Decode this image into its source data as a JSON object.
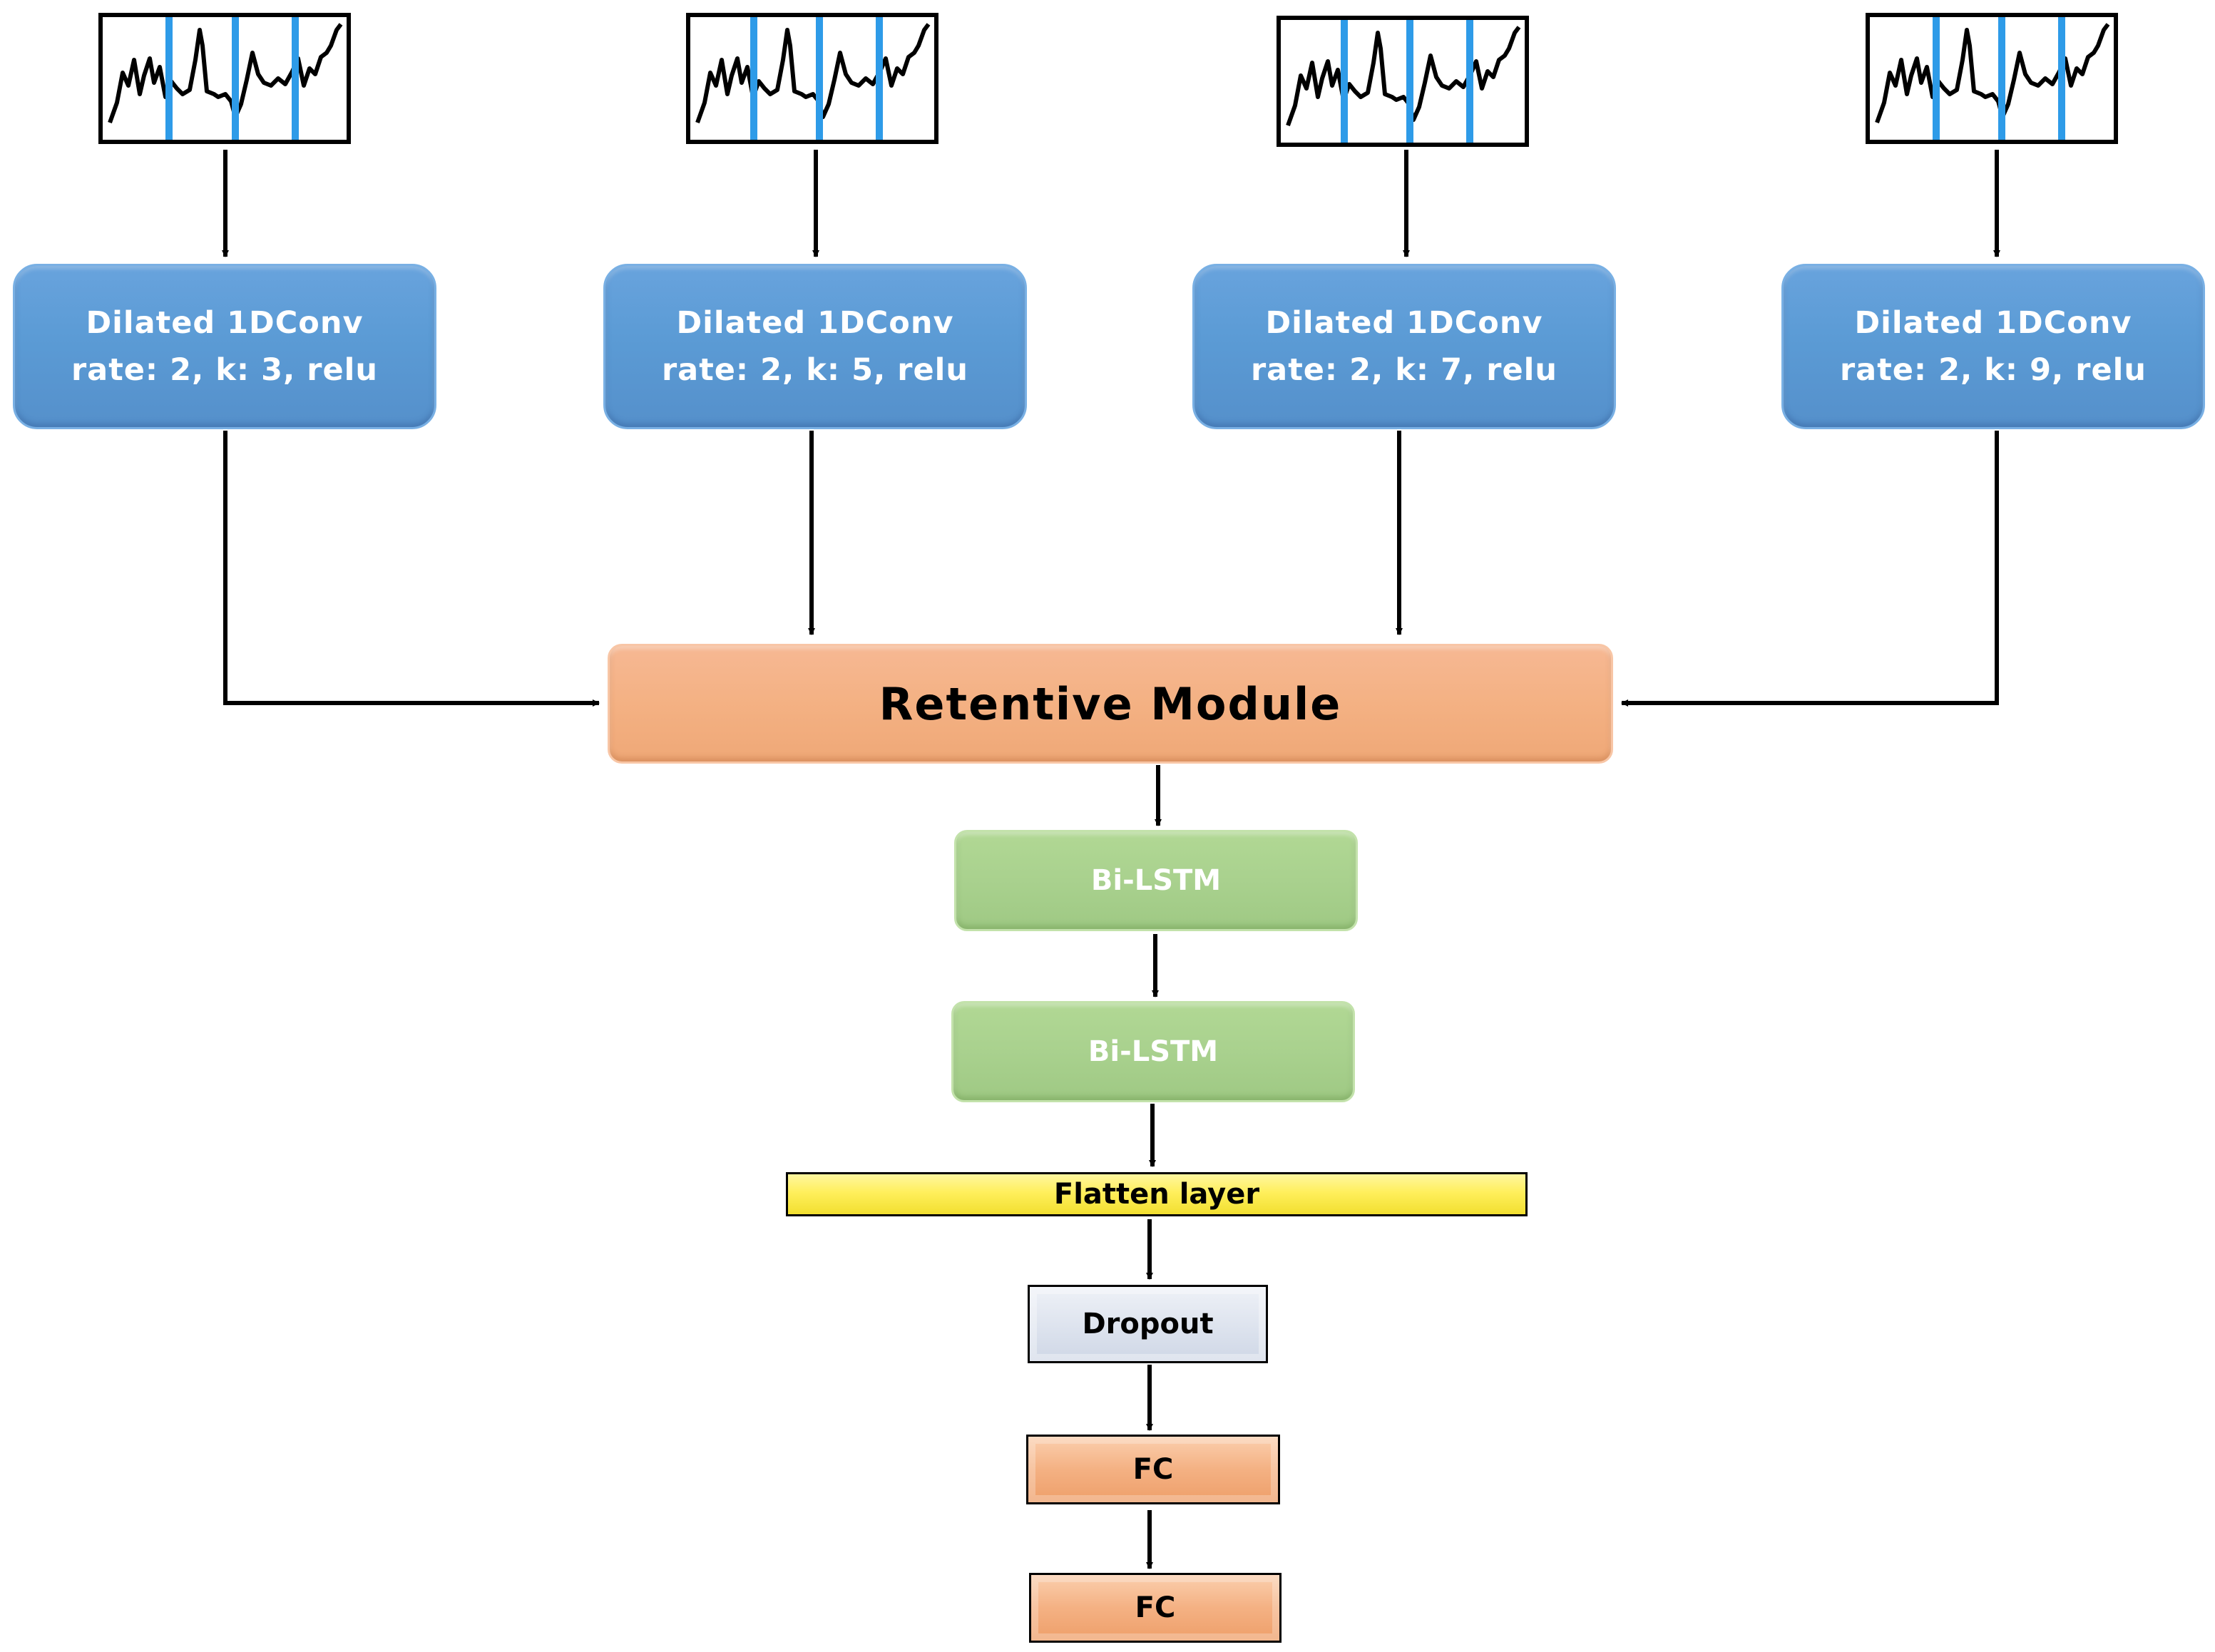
{
  "conv_blocks": [
    {
      "line1": "Dilated 1DConv",
      "line2": "rate: 2, k: 3, relu"
    },
    {
      "line1": "Dilated 1DConv",
      "line2": "rate: 2, k: 5, relu"
    },
    {
      "line1": "Dilated 1DConv",
      "line2": "rate: 2, k: 7, relu"
    },
    {
      "line1": "Dilated 1DConv",
      "line2": "rate: 2, k: 9, relu"
    }
  ],
  "retentive": {
    "label": "Retentive Module"
  },
  "lstm": [
    {
      "label": "Bi-LSTM"
    },
    {
      "label": "Bi-LSTM"
    }
  ],
  "flatten": {
    "label": "Flatten layer"
  },
  "dropout": {
    "label": "Dropout"
  },
  "fc": [
    {
      "label": "FC"
    },
    {
      "label": "FC"
    }
  ],
  "colors": {
    "conv_fill": "#5b9bd5",
    "retentive_fill": "#f4b183",
    "lstm_fill": "#a9d18e",
    "flatten_fill": "#ffef5c",
    "dropout_fill": "#dde3ee",
    "fc_fill": "#f4b183",
    "marker_line": "#2e9be8",
    "arrow": "#000000"
  }
}
